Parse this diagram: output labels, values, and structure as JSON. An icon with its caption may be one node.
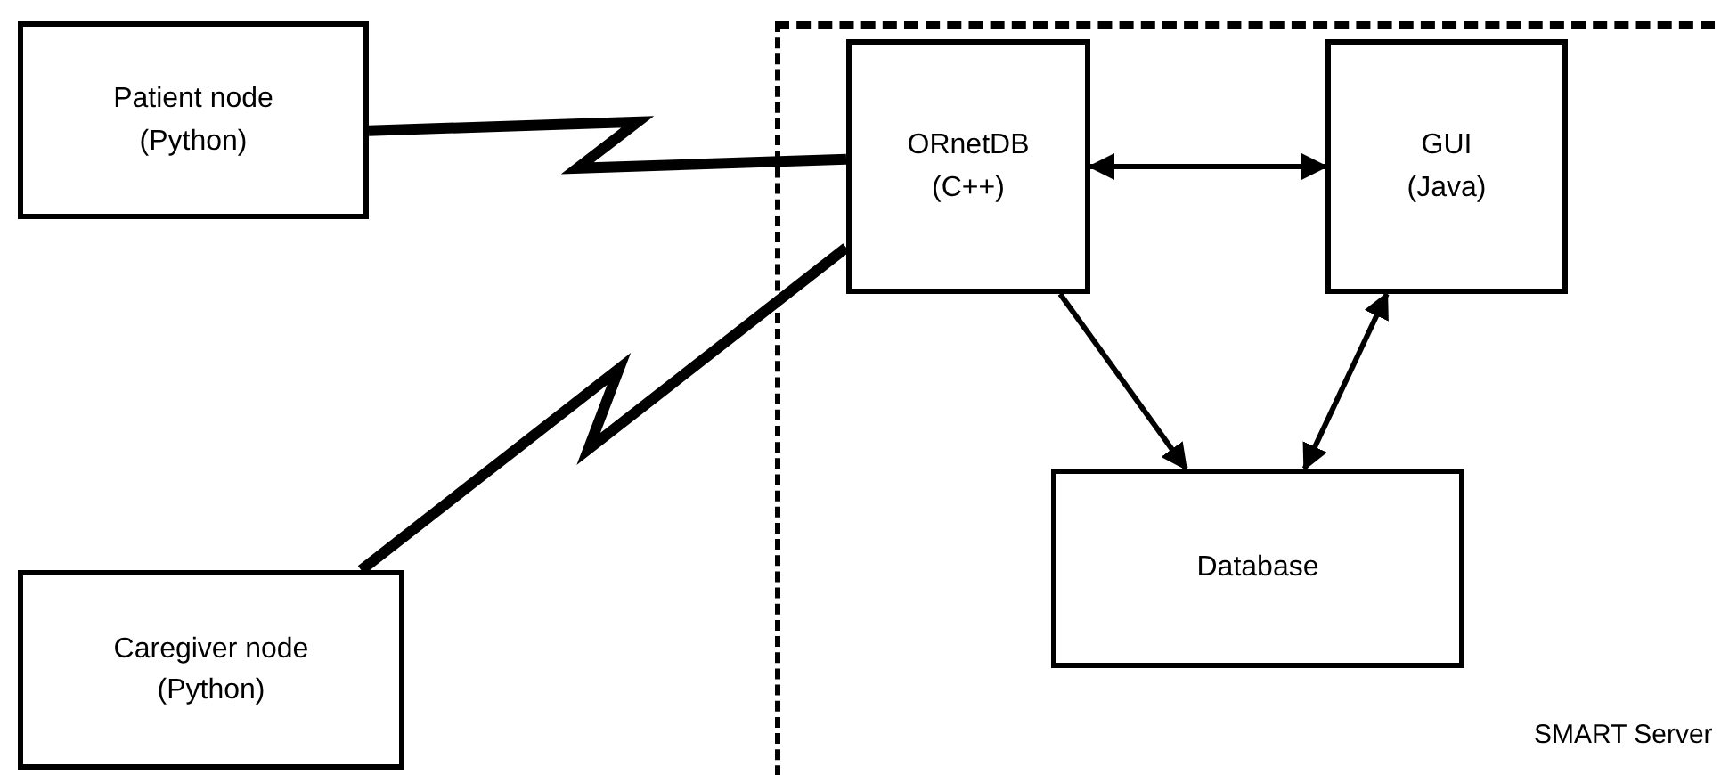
{
  "diagram": {
    "nodes": [
      {
        "text": [
          "Patient node",
          "(Python)"
        ]
      },
      {
        "text": [
          "SMART Server"
        ]
      },
      {
        "text": [
          "ORnetDB",
          "(C++)"
        ],
        "in": 1
      },
      {
        "text": [
          "GUI",
          "(Java)"
        ],
        "in": 1
      },
      {
        "text": [
          "Database"
        ],
        "in": 1
      },
      {
        "text": [
          "Caregiver node",
          "(Python)"
        ]
      }
    ],
    "edges": [
      {
        "from": 0,
        "to": 2,
        "arrow": "none",
        "style": "thick"
      },
      {
        "from": 5,
        "to": 2,
        "arrow": "none",
        "style": "thick"
      },
      {
        "from": 2,
        "to": 3,
        "arrow": "both"
      },
      {
        "from": 2,
        "to": 4,
        "arrow": "to"
      },
      {
        "from": 3,
        "to": 4,
        "arrow": "both"
      }
    ]
  }
}
